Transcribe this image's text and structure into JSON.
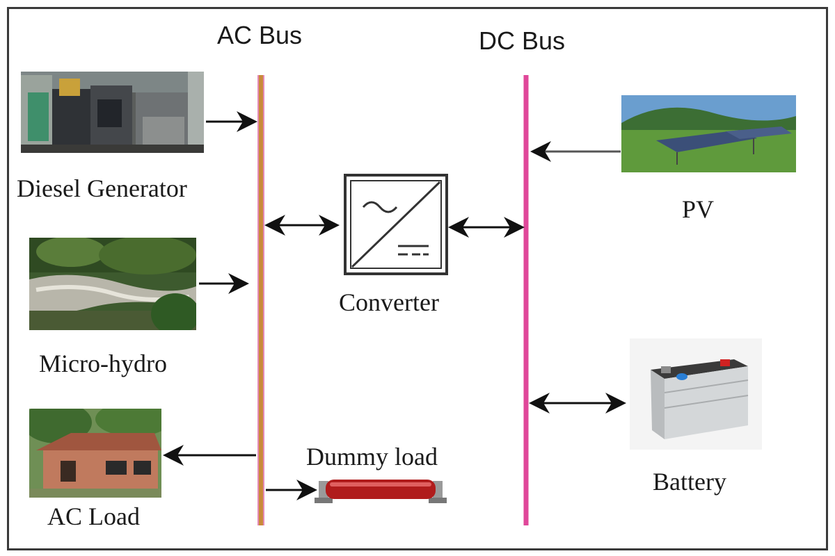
{
  "buses": {
    "ac_label": "AC Bus",
    "dc_label": "DC Bus",
    "ac_color": "#c98a3a",
    "ac_edge_color": "#e04fa0",
    "dc_color": "#e0479a"
  },
  "components": {
    "diesel_generator": "Diesel Generator",
    "micro_hydro": "Micro-hydro",
    "ac_load": "AC Load",
    "converter": "Converter",
    "dummy_load": "Dummy load",
    "pv": "PV",
    "battery": "Battery"
  },
  "icons": {
    "diesel_generator": "diesel-generator-photo",
    "micro_hydro": "river-photo",
    "ac_load": "house-photo",
    "converter": "ac-dc-converter-symbol",
    "dummy_load": "resistor-load-icon",
    "pv": "solar-panel-photo",
    "battery": "battery-icon"
  }
}
